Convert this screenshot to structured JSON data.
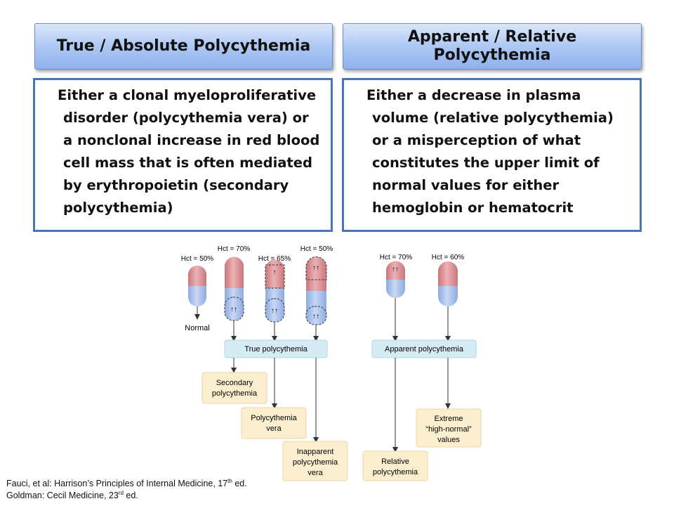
{
  "headers": {
    "left": "True / Absolute Polycythemia",
    "right_line1": "Apparent / Relative",
    "right_line2": "Polycythemia"
  },
  "boxes": {
    "left": "Either a clonal myeloproliferative disorder (polycythemia vera) or a nonclonal increase in red blood cell mass that is often mediated by erythropoietin (secondary polycythemia)",
    "right": "Either a decrease in plasma volume (relative polycythemia) or a misperception of what constitutes the upper limit of normal values for either hemoglobin or hematocrit"
  },
  "figure": {
    "hct": [
      "Hct = 50%",
      "Hct = 70%",
      "Hct = 65%",
      "Hct = 50%",
      "Hct = 70%",
      "Hct = 60%"
    ],
    "normal": "Normal",
    "true_poly": "True polycythemia",
    "apparent_poly": "Apparent polycythemia",
    "secondary": [
      "Secondary",
      "polycythemia"
    ],
    "vera": [
      "Polycythemia",
      "vera"
    ],
    "inapparent": [
      "Inapparent",
      "polycythemia",
      "vera"
    ],
    "extreme": [
      "Extreme",
      "“high-normal”",
      "values"
    ],
    "relative": [
      "Relative",
      "polycythemia"
    ]
  },
  "references": {
    "line1": "Fauci, et al:  Harrison’s Principles of Internal Medicine, 17",
    "line1_sup": "th",
    "line1_end": " ed.",
    "line2": "Goldman:  Cecil Medicine, 23",
    "line2_sup": "rd",
    "line2_end": " ed."
  },
  "colors": {
    "header_border": "#6f8fc8",
    "box_border": "#4a74b8",
    "red_cells": "#d98a8e",
    "plasma": "#9fb8e6",
    "category_box": "#d6ecf5",
    "outcome_box": "#fcefcf"
  }
}
